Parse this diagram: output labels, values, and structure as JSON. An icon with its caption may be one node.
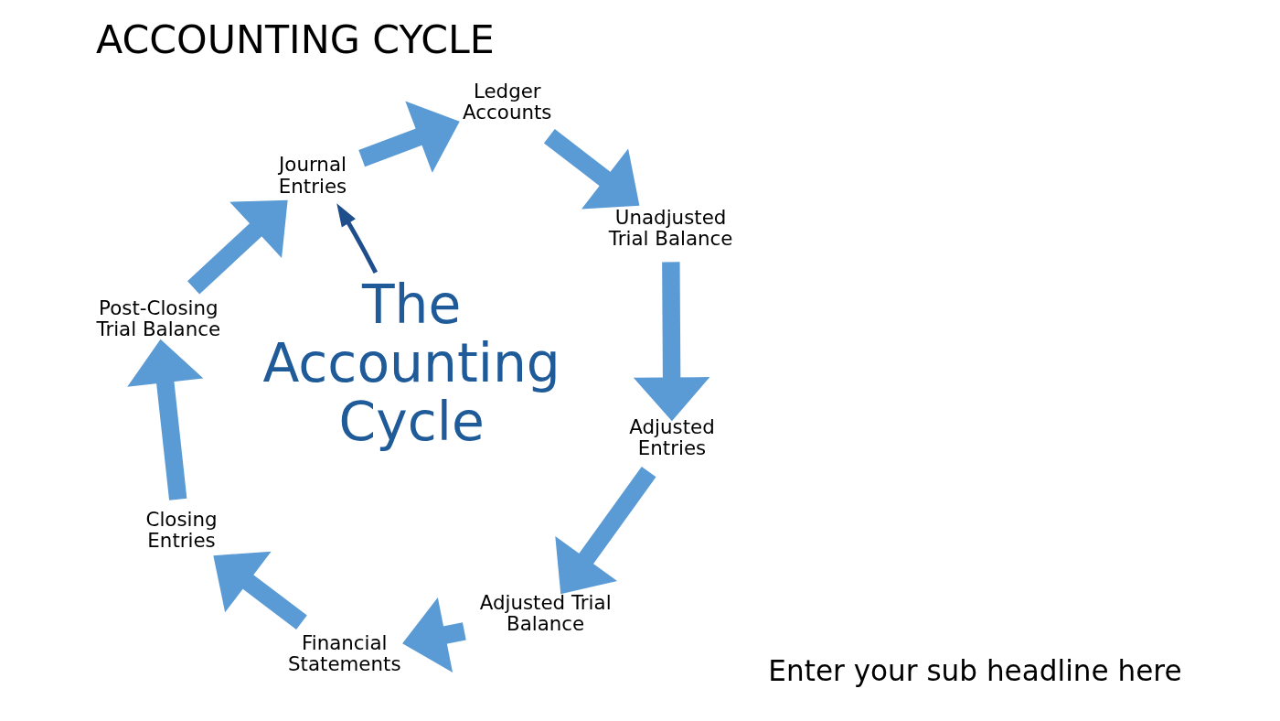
{
  "diagram": {
    "title": "ACCOUNTING CYCLE",
    "nodes": [
      {
        "text": [
          "Post-Closing Trial Balance"
        ]
      },
      {
        "text": [
          "Journal Entries"
        ]
      },
      {
        "text": [
          "Closing Entries"
        ]
      },
      {
        "text": [
          "Ledger Accounts"
        ]
      },
      {
        "text": [
          "The Accounting Cycle"
        ]
      },
      {
        "text": [
          "Unadjusted Trial Balance"
        ]
      },
      {
        "text": [
          "Financial Statements"
        ]
      },
      {
        "text": [
          "Adjusted Trial Balance"
        ]
      },
      {
        "text": [
          "Adjusted Entries"
        ]
      }
    ],
    "edges": [
      {
        "from": 0,
        "to": 1,
        "arrow": "to"
      },
      {
        "from": 1,
        "to": 3,
        "arrow": "to"
      },
      {
        "from": 3,
        "to": 5,
        "arrow": "to"
      },
      {
        "from": 5,
        "to": 8,
        "arrow": "to"
      },
      {
        "from": 8,
        "to": 7,
        "arrow": "to"
      },
      {
        "from": 7,
        "to": 6,
        "arrow": "to"
      },
      {
        "from": 6,
        "to": 2,
        "arrow": "to"
      },
      {
        "from": 2,
        "to": 0,
        "arrow": "to"
      },
      {
        "from": 4,
        "to": 1,
        "arrow": "to",
        "color": "#1f4e8c"
      }
    ],
    "labels": [
      "Enter your sub headline here"
    ]
  }
}
